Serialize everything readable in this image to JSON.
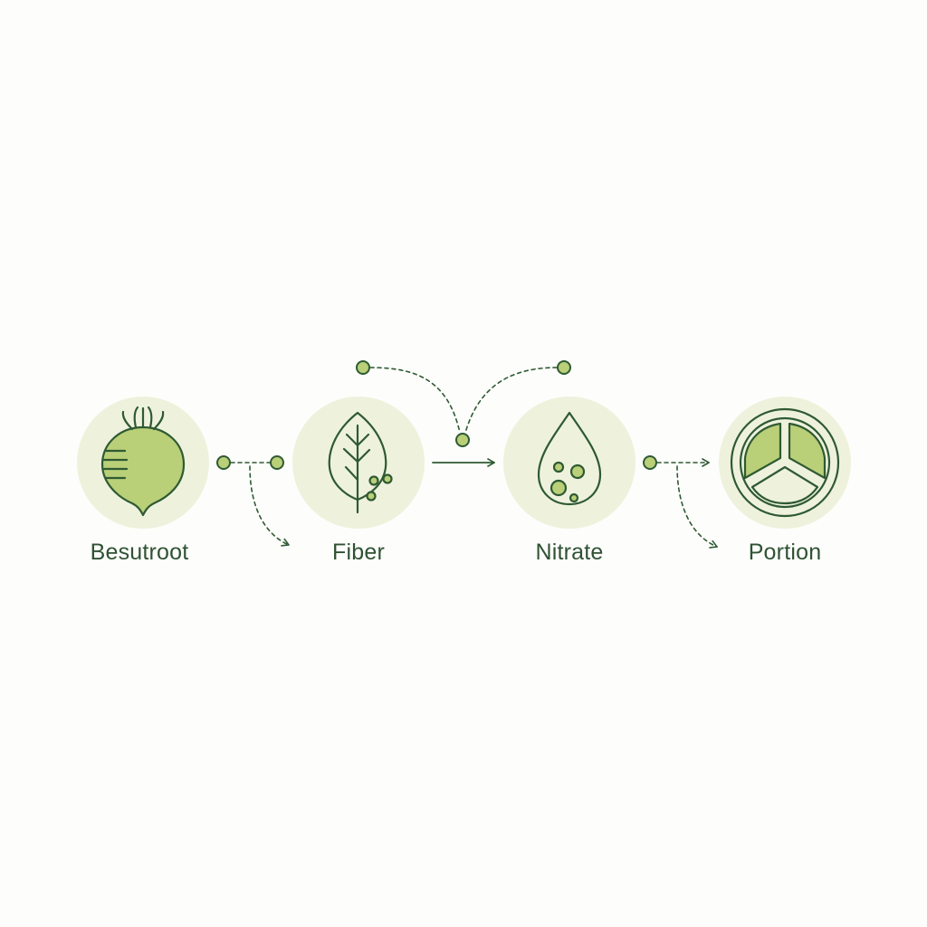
{
  "nodes": [
    {
      "label": "Besutroot",
      "icon": "beetroot-icon"
    },
    {
      "label": "Fiber",
      "icon": "leaf-icon"
    },
    {
      "label": "Nitrate",
      "icon": "droplet-icon"
    },
    {
      "label": "Portion",
      "icon": "plate-icon"
    }
  ],
  "colors": {
    "background": "#fdfdfb",
    "circle_fill": "#eef2dc",
    "stroke": "#2f5a33",
    "accent_fill": "#b9cf78",
    "text": "#2f5233"
  }
}
